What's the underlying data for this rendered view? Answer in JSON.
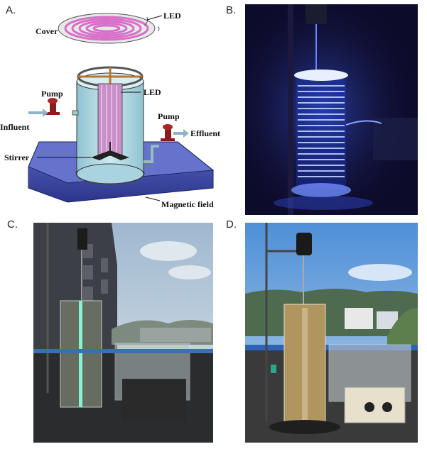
{
  "panels": {
    "a": {
      "letter": "A.",
      "labels": {
        "cover": "Cover",
        "led_top": "LED",
        "pump_left": "Pump",
        "led_mid": "LED",
        "influent": "Influent",
        "pump_right": "Pump",
        "effluent": "Effluent",
        "stirrer": "Stirrer",
        "magnetic_field": "Magnetic field"
      }
    },
    "b": {
      "letter": "B."
    },
    "c": {
      "letter": "C."
    },
    "d": {
      "letter": "D."
    }
  },
  "colors": {
    "led_coil": "#d86fc8",
    "vessel_fill": "#b9dde6",
    "base_blue": "#3f4fa8",
    "pump_red": "#8c1c1c",
    "photo_b_bg": "#0d0b2a",
    "photo_b_glow": "#3d5cff"
  }
}
